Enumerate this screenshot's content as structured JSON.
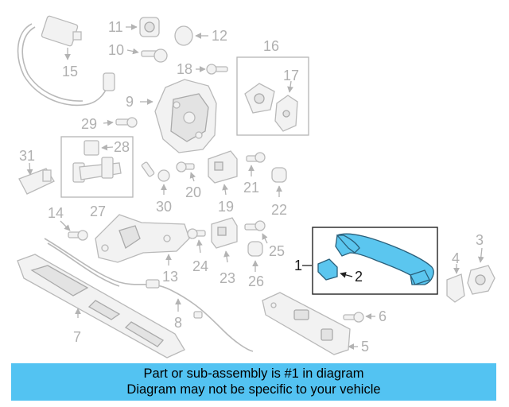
{
  "callouts": {
    "n1": "1",
    "n2": "2",
    "n3": "3",
    "n4": "4",
    "n5": "5",
    "n6": "6",
    "n7": "7",
    "n8": "8",
    "n9": "9",
    "n10": "10",
    "n11": "11",
    "n12": "12",
    "n13": "13",
    "n14": "14",
    "n15": "15",
    "n16": "16",
    "n17": "17",
    "n18": "18",
    "n19": "19",
    "n20": "20",
    "n21": "21",
    "n22": "22",
    "n23": "23",
    "n24": "24",
    "n25": "25",
    "n26": "26",
    "n27": "27",
    "n28": "28",
    "n29": "29",
    "n30": "30",
    "n31": "31"
  },
  "highlight_color": "#5bc6ef",
  "banner": {
    "line1": "Part or sub-assembly is #1 in diagram",
    "line2": "Diagram may not be specific to your vehicle",
    "color": "#53c3f2"
  }
}
